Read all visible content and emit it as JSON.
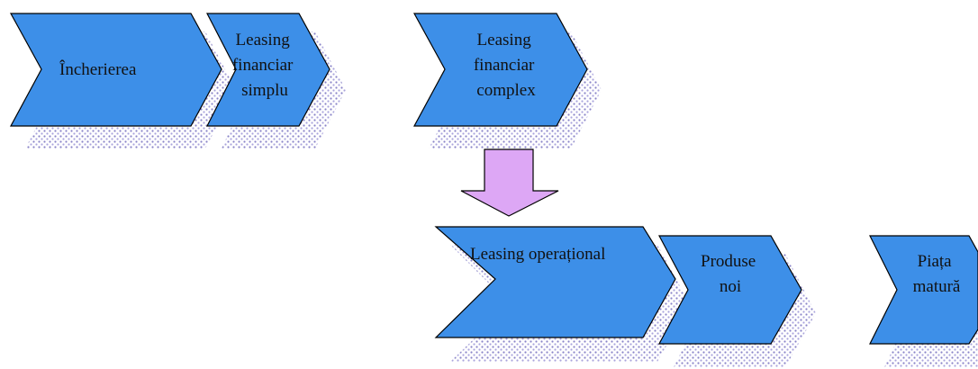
{
  "colors": {
    "chevron_fill": "#3d8fe8",
    "arrow_fill": "#dda7f5",
    "shadow": "#8a84c8"
  },
  "shapes": {
    "incheierea": {
      "label": "Încherierea"
    },
    "leasing_financiar_simplu": {
      "lines": [
        "Leasing",
        "financiar",
        "simplu"
      ]
    },
    "leasing_financiar_complex": {
      "lines": [
        "Leasing",
        "financiar",
        "complex"
      ]
    },
    "leasing_operational": {
      "label": "Leasing operațional"
    },
    "produse_noi": {
      "lines": [
        "Produse",
        "noi"
      ]
    },
    "piata_matura": {
      "lines": [
        "Piața",
        "matură"
      ]
    }
  }
}
